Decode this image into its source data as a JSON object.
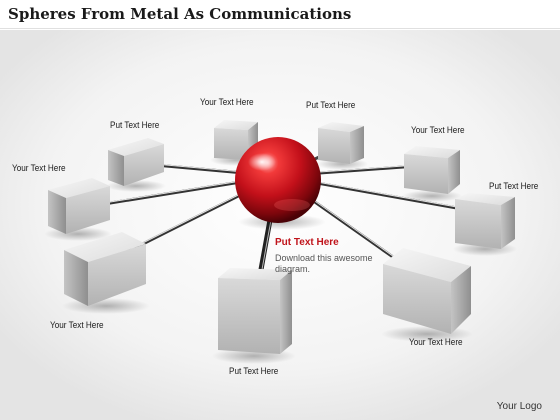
{
  "header": {
    "title": "Spheres From Metal As Communications"
  },
  "diagram": {
    "hub_color": "#d4141e",
    "node_labels": [
      "Your Text Here",
      "Put Text Here",
      "Put Text Here",
      "Your Text Here",
      "Your Text Here",
      "Put Text Here",
      "Your Text Here",
      "Put Text Here",
      "Your Text Here"
    ],
    "callout": {
      "title": "Put Text Here",
      "title_color": "#c0141b",
      "body": "Download this awesome diagram."
    }
  },
  "footer": {
    "logo": "Your Logo"
  }
}
